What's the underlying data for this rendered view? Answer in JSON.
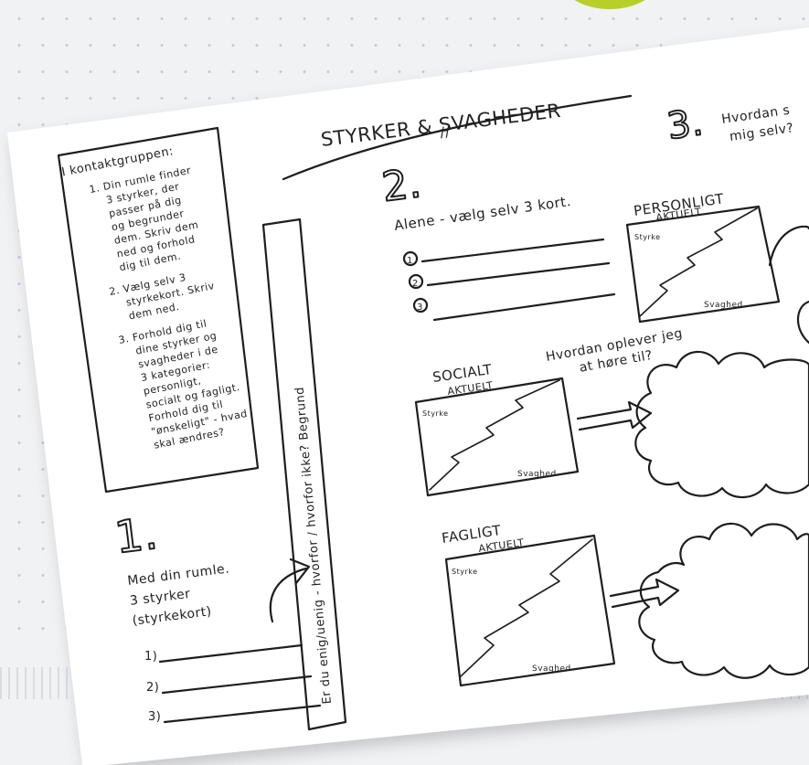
{
  "worksheet": {
    "title": "STYRKER & SVAGHEDER",
    "title_mark": "//",
    "left_box": {
      "heading": "I kontaktgruppen:",
      "lines": [
        "1. Din rumle finder",
        "3 styrker, der",
        "passer på dig",
        "og begrunder",
        "dem. Skriv dem",
        "ned og forhold",
        "dig til dem.",
        "2. Vælg selv 3",
        "styrkekort. Skriv",
        "dem ned.",
        "3. Forhold dig til",
        "dine styrker og",
        "svagheder i de",
        "3 kategorier:",
        "personligt,",
        "socialt og fagligt.",
        "Forhold dig til",
        "\"ønskeligt\" - hvad",
        "skal ændres?"
      ]
    },
    "vertical_box_text": "Er du enig/uenig - hvorfor / hvorfor ikke? Begrund",
    "section1": {
      "number": "1.",
      "lines": [
        "Med din rumle.",
        "3 styrker",
        "(styrkekort)"
      ],
      "blanks": [
        "1)",
        "2)",
        "3)"
      ]
    },
    "section2": {
      "number": "2.",
      "instruction": "Alene - vælg selv 3 kort.",
      "blanks": [
        "1",
        "2",
        "3"
      ]
    },
    "section3": {
      "number": "3.",
      "question": [
        "Hvordan s",
        "mig selv?"
      ]
    },
    "social_question": [
      "Hvordan oplever jeg",
      "at høre til?"
    ],
    "charts": [
      {
        "category": "PERSONLIGT",
        "sub": "AKTUELT",
        "top_label": "Styrke",
        "bottom_label": "Svaghed"
      },
      {
        "category": "SOCIALT",
        "sub": "AKTUELT",
        "top_label": "Styrke",
        "bottom_label": "Svaghed"
      },
      {
        "category": "FAGLIGT",
        "sub": "AKTUELT",
        "top_label": "Styrke",
        "bottom_label": "Svaghed"
      }
    ]
  }
}
